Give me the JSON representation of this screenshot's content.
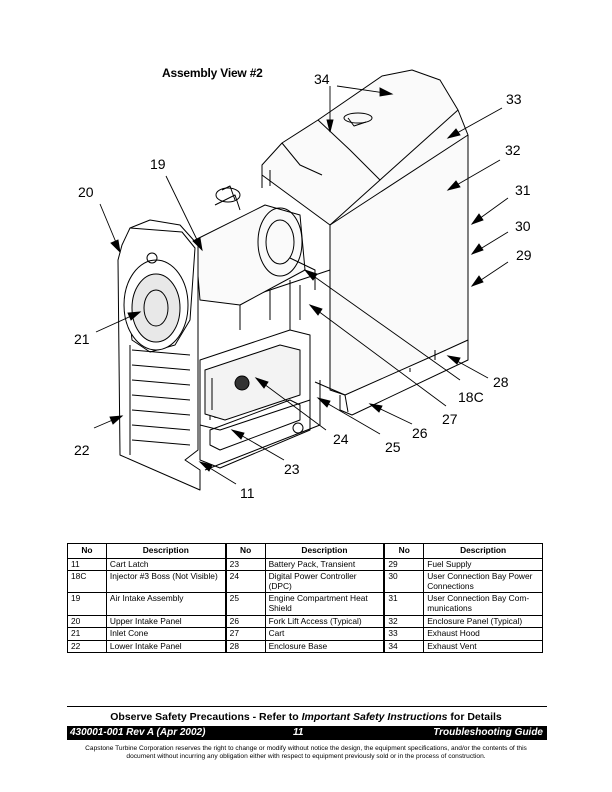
{
  "title": "Assembly View #2",
  "callouts": [
    {
      "id": "34",
      "label": "34"
    },
    {
      "id": "33",
      "label": "33"
    },
    {
      "id": "32",
      "label": "32"
    },
    {
      "id": "31",
      "label": "31"
    },
    {
      "id": "30",
      "label": "30"
    },
    {
      "id": "29",
      "label": "29"
    },
    {
      "id": "28",
      "label": "28"
    },
    {
      "id": "18C",
      "label": "18C"
    },
    {
      "id": "27",
      "label": "27"
    },
    {
      "id": "26",
      "label": "26"
    },
    {
      "id": "25",
      "label": "25"
    },
    {
      "id": "24",
      "label": "24"
    },
    {
      "id": "23",
      "label": "23"
    },
    {
      "id": "11",
      "label": "11"
    },
    {
      "id": "22",
      "label": "22"
    },
    {
      "id": "21",
      "label": "21"
    },
    {
      "id": "20",
      "label": "20"
    },
    {
      "id": "19",
      "label": "19"
    }
  ],
  "table": {
    "headers": [
      "No",
      "Description",
      "No",
      "Description",
      "No",
      "Description"
    ],
    "rows": [
      [
        "11",
        "Cart Latch",
        "23",
        "Battery Pack, Transient",
        "29",
        "Fuel Supply"
      ],
      [
        "18C",
        "Injector #3 Boss (Not Visible)",
        "24",
        "Digital Power Controller (DPC)",
        "30",
        "User Connection Bay Power Connections"
      ],
      [
        "19",
        "Air Intake Assembly",
        "25",
        "Engine Compartment Heat Shield",
        "31",
        "User Connection Bay Com-munications"
      ],
      [
        "20",
        "Upper Intake Panel",
        "26",
        "Fork Lift Access (Typical)",
        "32",
        "Enclosure Panel (Typical)"
      ],
      [
        "21",
        "Inlet Cone",
        "27",
        "Cart",
        "33",
        "Exhaust Hood"
      ],
      [
        "22",
        "Lower Intake Panel",
        "28",
        "Enclosure Base",
        "34",
        "Exhaust Vent"
      ]
    ]
  },
  "footer": {
    "safety_pre": "Observe Safety Precautions - Refer to ",
    "safety_em": "Important Safety Instructions",
    "safety_post": " for Details",
    "doc_number": "430001-001 Rev A (Apr 2002)",
    "page": "11",
    "guide": "Troubleshooting Guide",
    "legal": "Capstone Turbine Corporation reserves the right to change or modify without notice the design, the equipment specifications, and/or the contents of this document without incurring any obligation either with respect to equipment previously sold or in the process of construction."
  }
}
